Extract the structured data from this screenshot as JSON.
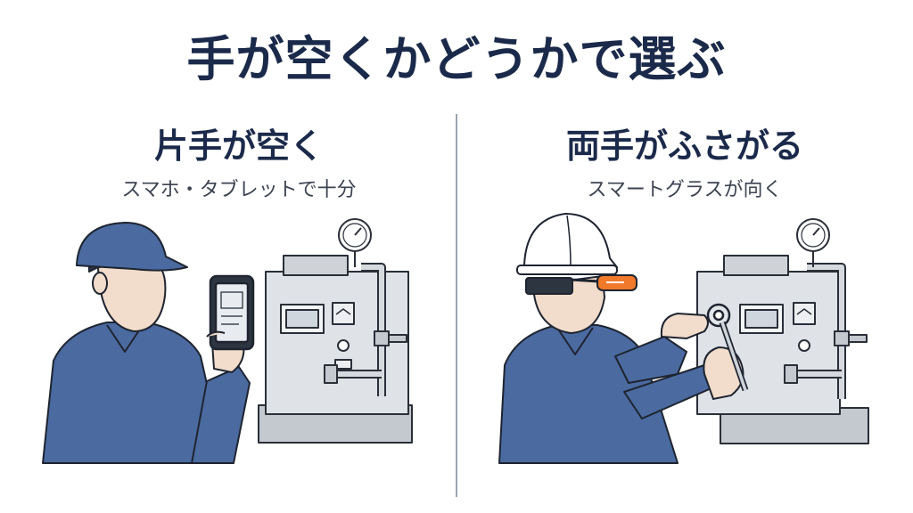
{
  "title": "手が空くかどうかで選ぶ",
  "left": {
    "heading": "片手が空く",
    "subheading": "スマホ・タブレットで十分"
  },
  "right": {
    "heading": "両手がふさがる",
    "subheading": "スマートグラスが向く"
  },
  "colors": {
    "navy_text": "#1b2a4a",
    "uniform": "#4a6aa0",
    "machine": "#d9dde2",
    "glasses_accent": "#f07a2a"
  },
  "icons": [
    "worker-cap-figure",
    "smartphone-icon",
    "machine-panel",
    "pressure-gauge-icon",
    "hard-hat-figure",
    "smart-glasses-icon",
    "wrench-icon"
  ]
}
